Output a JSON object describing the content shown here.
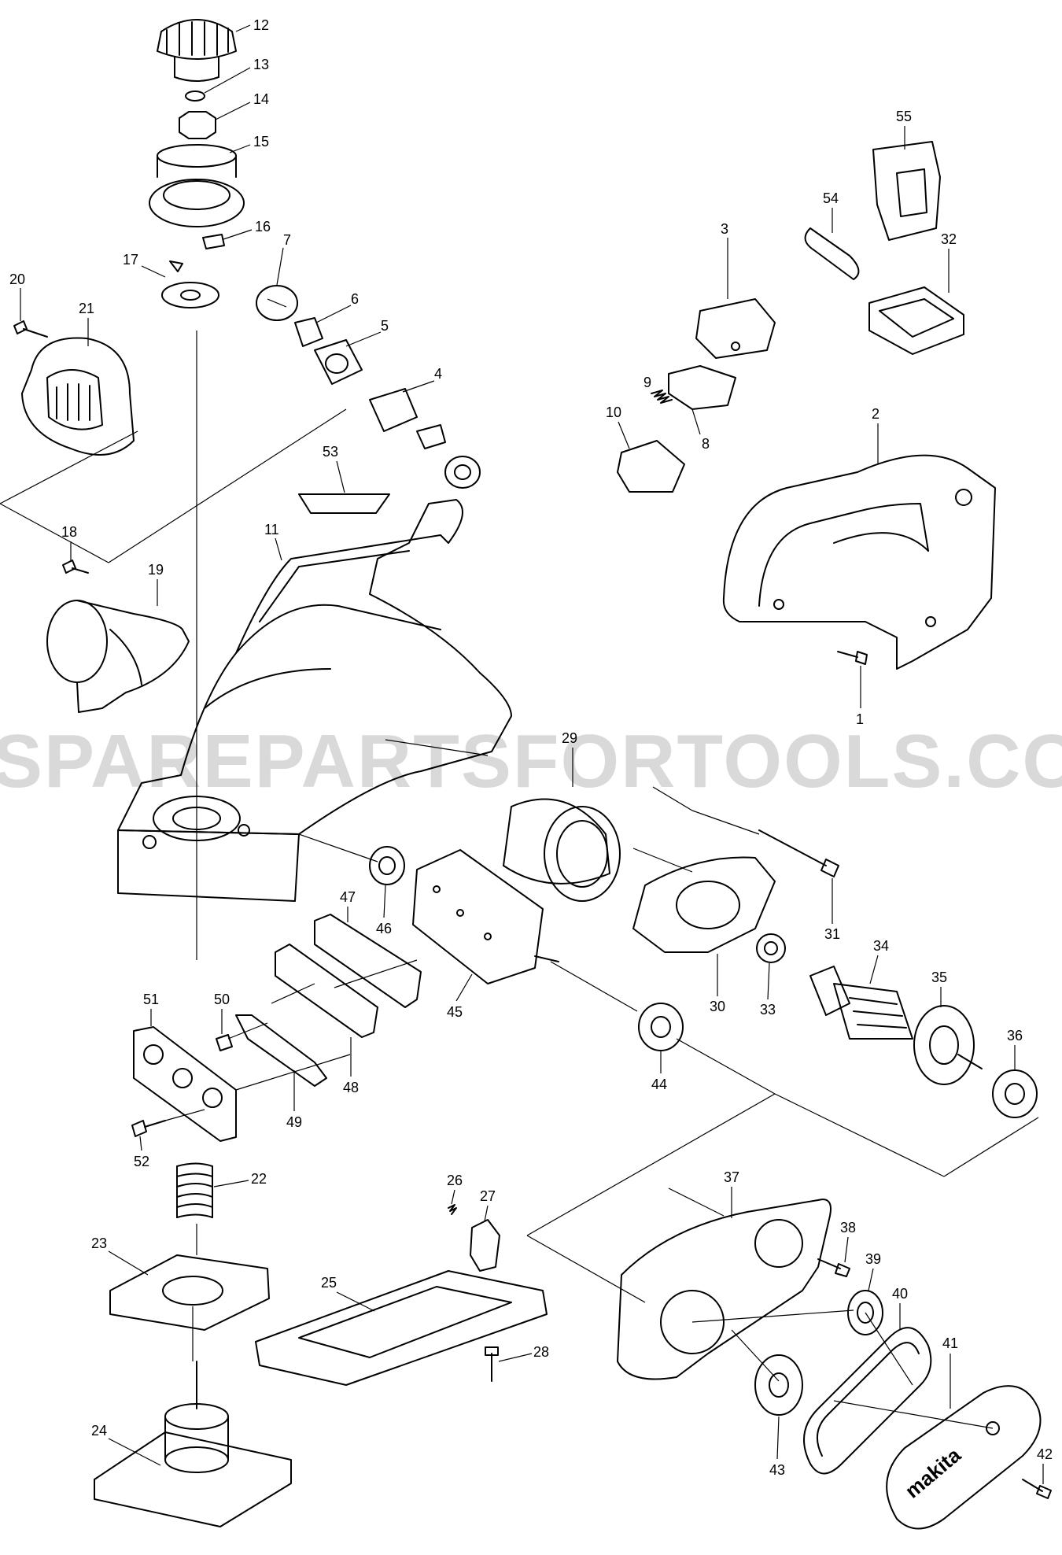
{
  "watermark": "SPAREPARTSFORTOOLS.COM.AU",
  "parts": [
    {
      "id": "p1",
      "label": "1"
    },
    {
      "id": "p2",
      "label": "2"
    },
    {
      "id": "p3",
      "label": "3"
    },
    {
      "id": "p4",
      "label": "4"
    },
    {
      "id": "p5",
      "label": "5"
    },
    {
      "id": "p6",
      "label": "6"
    },
    {
      "id": "p7",
      "label": "7"
    },
    {
      "id": "p8",
      "label": "8"
    },
    {
      "id": "p9",
      "label": "9"
    },
    {
      "id": "p10",
      "label": "10"
    },
    {
      "id": "p11",
      "label": "11"
    },
    {
      "id": "p12",
      "label": "12"
    },
    {
      "id": "p13",
      "label": "13"
    },
    {
      "id": "p14",
      "label": "14"
    },
    {
      "id": "p15",
      "label": "15"
    },
    {
      "id": "p16",
      "label": "16"
    },
    {
      "id": "p17",
      "label": "17"
    },
    {
      "id": "p18",
      "label": "18"
    },
    {
      "id": "p19",
      "label": "19"
    },
    {
      "id": "p20",
      "label": "20"
    },
    {
      "id": "p21",
      "label": "21"
    },
    {
      "id": "p22",
      "label": "22"
    },
    {
      "id": "p23",
      "label": "23"
    },
    {
      "id": "p24",
      "label": "24"
    },
    {
      "id": "p25",
      "label": "25"
    },
    {
      "id": "p26",
      "label": "26"
    },
    {
      "id": "p27",
      "label": "27"
    },
    {
      "id": "p28",
      "label": "28"
    },
    {
      "id": "p29",
      "label": "29"
    },
    {
      "id": "p30",
      "label": "30"
    },
    {
      "id": "p31",
      "label": "31"
    },
    {
      "id": "p32",
      "label": "32"
    },
    {
      "id": "p33",
      "label": "33"
    },
    {
      "id": "p34",
      "label": "34"
    },
    {
      "id": "p35",
      "label": "35"
    },
    {
      "id": "p36",
      "label": "36"
    },
    {
      "id": "p37",
      "label": "37"
    },
    {
      "id": "p38",
      "label": "38"
    },
    {
      "id": "p39",
      "label": "39"
    },
    {
      "id": "p40",
      "label": "40"
    },
    {
      "id": "p41",
      "label": "41"
    },
    {
      "id": "p42",
      "label": "42"
    },
    {
      "id": "p43",
      "label": "43"
    },
    {
      "id": "p44",
      "label": "44"
    },
    {
      "id": "p45",
      "label": "45"
    },
    {
      "id": "p46",
      "label": "46"
    },
    {
      "id": "p47",
      "label": "47"
    },
    {
      "id": "p48",
      "label": "48"
    },
    {
      "id": "p49",
      "label": "49"
    },
    {
      "id": "p50",
      "label": "50"
    },
    {
      "id": "p51",
      "label": "51"
    },
    {
      "id": "p52",
      "label": "52"
    },
    {
      "id": "p53",
      "label": "53"
    },
    {
      "id": "p54",
      "label": "54"
    },
    {
      "id": "p55",
      "label": "55"
    }
  ],
  "belt_logo": "makita"
}
